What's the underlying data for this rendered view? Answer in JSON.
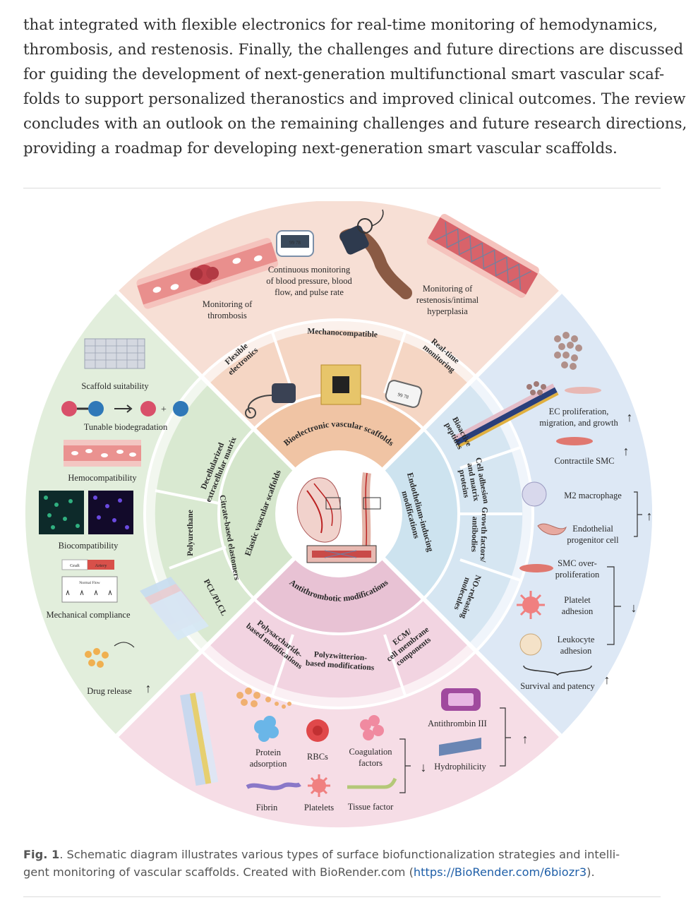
{
  "abstract": {
    "lines": [
      "that integrated with flexible electronics for real-time monitoring of hemodynamics,",
      "thrombosis, and restenosis. Finally, the challenges and future directions are discussed",
      "for guiding the development of next-generation multifunctional smart vascular scaf-",
      "folds to support personalized theranostics and improved clinical outcomes. The review",
      "concludes with an outlook on the remaining challenges and future research directions,",
      "providing a roadmap for developing next-generation smart vascular scaffolds."
    ]
  },
  "figure": {
    "colors": {
      "top": "#f7dfd5",
      "right": "#dde8f5",
      "bottom": "#f6dde6",
      "left": "#e2eedc",
      "hub_top": "#f0c4a4",
      "hub_right": "#cde3ef",
      "hub_bottom": "#e8c2d4",
      "hub_left": "#d5e6cc"
    },
    "top": {
      "labels": {
        "thrombosis_1": "Monitoring of",
        "thrombosis_2": "thrombosis",
        "continuous_1": "Continuous monitoring",
        "continuous_2": "of blood pressure, blood",
        "continuous_3": "flow, and pulse rate",
        "restenosis_1": "Monitoring of",
        "restenosis_2": "restenosis/intimal",
        "restenosis_3": "hyperplasia",
        "monitor_reading": "99 78",
        "device_reading": "99 78"
      },
      "ring": {
        "flexible_1": "Flexible",
        "flexible_2": "electronics",
        "mechano": "Mechanocompatible",
        "realtime_1": "Real-time",
        "realtime_2": "monitoring"
      },
      "hub": "Bioelectronic vascular scaffolds"
    },
    "right": {
      "labels": {
        "ec_1": "EC proliferation,",
        "ec_2": "migration, and growth",
        "contractile": "Contractile SMC",
        "m2": "M2 macrophage",
        "endo_1": "Endothelial",
        "endo_2": "progenitor cell",
        "smc_1": "SMC over-",
        "smc_2": "proliferation",
        "platelet_1": "Platelet",
        "platelet_2": "adhesion",
        "leuko_1": "Leukocyte",
        "leuko_2": "adhesion",
        "survival": "Survival and patency"
      },
      "ring": {
        "bioactive_1": "Bioactive",
        "bioactive_2": "peptides",
        "celladh_1": "Cell adhesion",
        "celladh_2": "and matrix",
        "celladh_3": "proteins",
        "growth_1": "Growth factors/",
        "growth_2": "antibodies",
        "no_1": "NO-releasing",
        "no_2": "molecules"
      },
      "hub_1": "Endothelium-inducing",
      "hub_2": "modifications"
    },
    "bottom": {
      "labels": {
        "antithrombin": "Antithrombin III",
        "hydrophilicity": "Hydrophilicity",
        "protein_1": "Protein",
        "protein_2": "adsorption",
        "rbcs": "RBCs",
        "coag_1": "Coagulation",
        "coag_2": "factors",
        "fibrin": "Fibrin",
        "platelets": "Platelets",
        "tissue": "Tissue factor"
      },
      "ring": {
        "poly_1": "Polysaccharide-",
        "poly_2": "based modifications",
        "zwit_1": "Polyzwitterion-",
        "zwit_2": "based modifications",
        "ecm_1": "ECM/",
        "ecm_2": "cell membrane",
        "ecm_3": "components"
      },
      "hub": "Antithrombotic modifications"
    },
    "left": {
      "labels": {
        "suitability": "Scaffold suitability",
        "biodeg": "Tunable biodegradation",
        "hemo": "Hemocompatibility",
        "bio": "Biocompatibility",
        "mechanical": "Mechanical compliance",
        "drug": "Drug release",
        "graft": "Graft",
        "artery": "Artery",
        "normal_flow": "Normal Flow"
      },
      "ring": {
        "decell_1": "Decellularized",
        "decell_2": "extracellular matrix",
        "pu": "Polyurethane",
        "citrate": "Citrate-based elastomers",
        "pcl": "PCL/PLCL"
      },
      "hub": "Elastic vascular scaffolds"
    }
  },
  "caption": {
    "label": "Fig. 1",
    "line1_rest": ". Schematic diagram illustrates various types of surface biofunctionalization strategies and intelli-",
    "line2_pre": "gent monitoring of vascular scaffolds. Created with BioRender.com (",
    "link": "https://BioRender.com/6biozr3",
    "line2_post": ")."
  }
}
